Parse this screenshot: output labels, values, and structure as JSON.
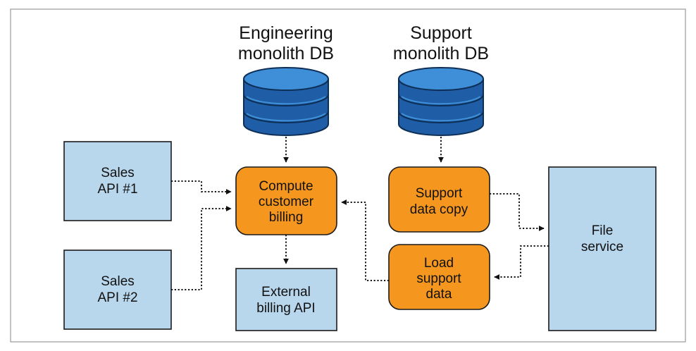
{
  "databases": {
    "engineering": {
      "title_line1": "Engineering",
      "title_line2": "monolith DB",
      "icon": "database-icon"
    },
    "support": {
      "title_line1": "Support",
      "title_line2": "monolith DB",
      "icon": "database-icon"
    }
  },
  "nodes": {
    "sales_api_1": {
      "line1": "Sales",
      "line2": "API #1"
    },
    "sales_api_2": {
      "line1": "Sales",
      "line2": "API #2"
    },
    "compute_billing": {
      "line1": "Compute",
      "line2": "customer",
      "line3": "billing"
    },
    "external_billing": {
      "line1": "External",
      "line2": "billing API"
    },
    "support_copy": {
      "line1": "Support",
      "line2": "data copy"
    },
    "load_support": {
      "line1": "Load",
      "line2": "support",
      "line3": "data"
    },
    "file_service": {
      "line1": "File",
      "line2": "service"
    }
  },
  "colors": {
    "blue_box": "#b8d6ec",
    "orange_box": "#f5961f",
    "db_light": "#3f8ed8",
    "db_dark": "#1f5ea6"
  }
}
